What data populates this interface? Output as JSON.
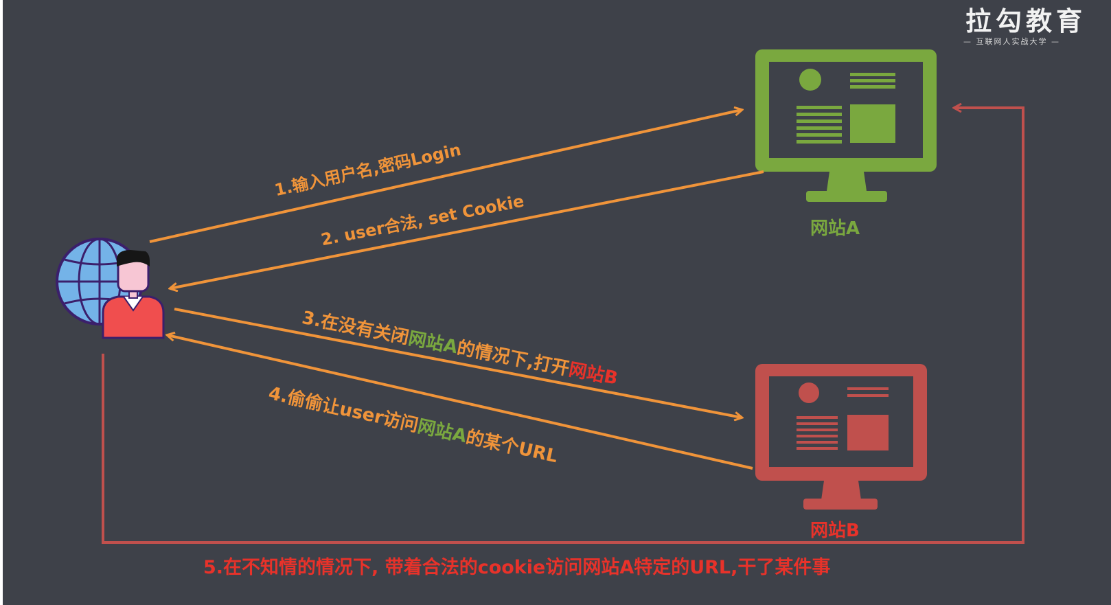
{
  "brand": {
    "name": "拉勾教育",
    "tagline": "— 互联网人实战大学 —"
  },
  "nodes": {
    "site_a": {
      "label": "网站A",
      "color": "#7aa83f"
    },
    "site_b": {
      "label": "网站B",
      "color": "#c0504d"
    }
  },
  "steps": {
    "step1": "1.输入用户名,密码Login",
    "step2": "2. user合法, set Cookie",
    "step3": {
      "part1": "3.在没有关闭",
      "part2": "网站A",
      "part3": "的情况下,打开",
      "part4": "网站B"
    },
    "step4": {
      "part1": "4.偷偷让user访问",
      "part2": "网站A",
      "part3": "的某个URL"
    },
    "step5": "5.在不知情的情况下, 带着合法的cookie访问网站A特定的URL,干了某件事"
  },
  "colors": {
    "background": "#3e4149",
    "arrow_orange": "#f0943a",
    "arrow_red": "#c0504d",
    "text_red": "#e8322a"
  }
}
